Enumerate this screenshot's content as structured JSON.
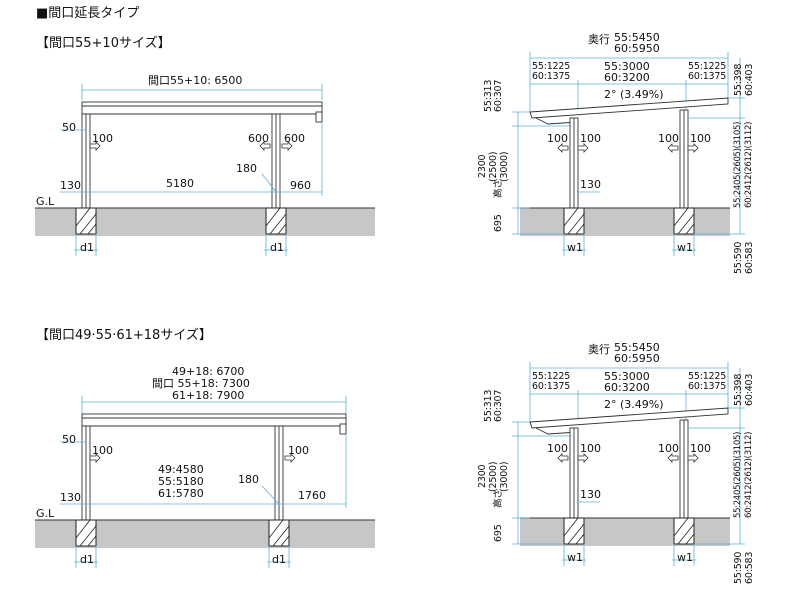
{
  "header": {
    "title": "■間口延長タイプ",
    "section1": "【間口55+10サイズ】",
    "section2": "【間口49·55·61+18サイズ】"
  },
  "diagram1_front": {
    "width_total": "間口55+10: 6500",
    "eave": "50",
    "left_offset": "100",
    "mid_600a": "600",
    "mid_600b": "600",
    "base_130": "130",
    "span_5180": "5180",
    "post_180": "180",
    "right_960": "960",
    "gl": "G.L",
    "d1_left": "d1",
    "d1_right": "d1"
  },
  "diagram2_front": {
    "width_line1": "49+18: 6700",
    "width_line2": "間口 55+18: 7300",
    "width_line3": "61+18: 7900",
    "eave": "50",
    "left_offset": "100",
    "right_offset": "100",
    "base_130": "130",
    "span_line1": "49:4580",
    "span_line2": "55:5180",
    "span_line3": "61:5780",
    "post_180": "180",
    "right_1760": "1760",
    "gl": "G.L",
    "d1_left": "d1",
    "d1_right": "d1"
  },
  "side_view": {
    "depth_label": "奥行",
    "depth_55": "55:5450",
    "depth_60": "60:5950",
    "left_55": "55:1225",
    "left_60": "60:1375",
    "mid_55": "55:3000",
    "mid_60": "60:3200",
    "right_55": "55:1225",
    "right_60": "60:1375",
    "slope": "2° (3.49%)",
    "roof_left_55": "55:313",
    "roof_left_60": "60:307",
    "roof_right_55": "55:398",
    "roof_right_60": "60:403",
    "height_label": "高さ",
    "h_2300": "2300",
    "h_2500": "(2500)",
    "h_3000": "(3000)",
    "rh_55": "55:2405(2605)(3105)",
    "rh_60": "60:2412(2612)(3112)",
    "post_100a": "100",
    "post_100b": "100",
    "post_100c": "100",
    "post_100d": "100",
    "base_130": "130",
    "depth_695": "695",
    "w1_left": "w1",
    "w1_right": "w1",
    "bottom_55": "55:590",
    "bottom_60": "60:583"
  }
}
